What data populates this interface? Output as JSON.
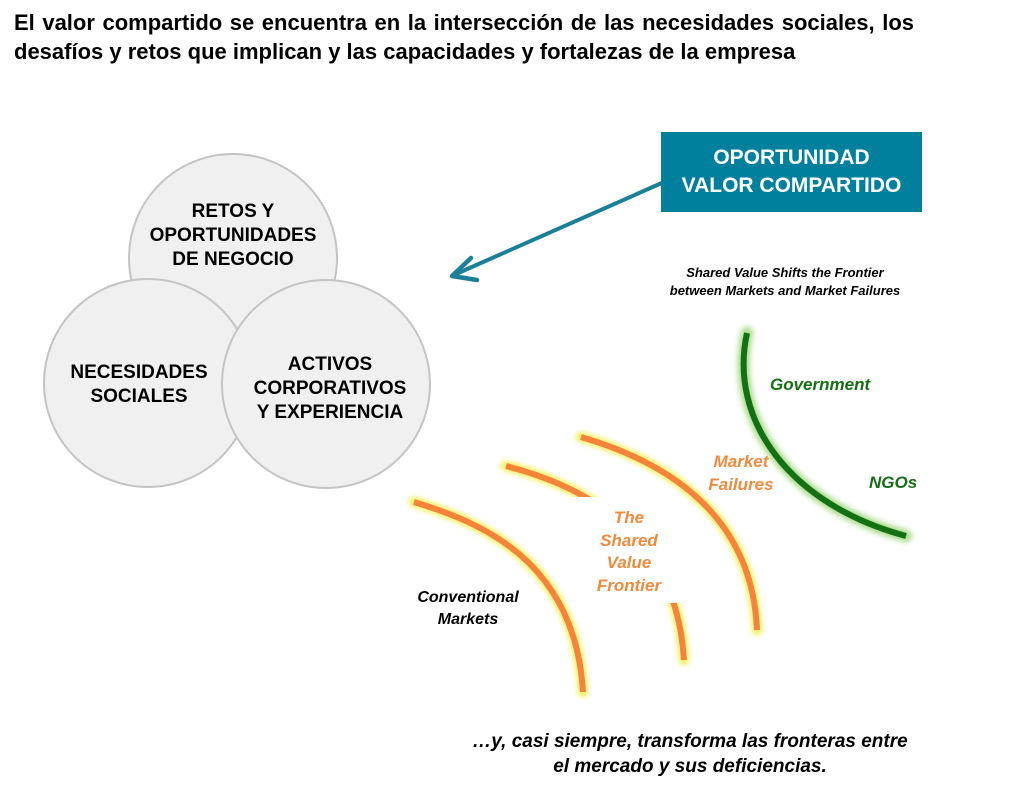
{
  "headline": "El valor compartido se encuentra en la intersección de las necesidades sociales, los desafíos y retos que implican y las capacidades y fortalezas de la empresa",
  "venn": {
    "circles": [
      {
        "id": "retos",
        "lines": [
          "RETOS Y",
          "OPORTUNIDADES",
          "DE NEGOCIO"
        ]
      },
      {
        "id": "necesidades",
        "lines": [
          "NECESIDADES",
          "SOCIALES"
        ]
      },
      {
        "id": "activos",
        "lines": [
          "ACTIVOS",
          "CORPORATIVOS",
          "Y EXPERIENCIA"
        ]
      }
    ],
    "fill_color": "#f0f0f0",
    "stroke_color": "#c4c4c4"
  },
  "opportunity_box": {
    "lines": [
      "OPORTUNIDAD",
      "VALOR COMPARTIDO"
    ],
    "color": "#00809c"
  },
  "arrow": {
    "color": "#1a7f99",
    "direction": "from opportunity box toward venn diagram"
  },
  "frontier_figure": {
    "title_lines": [
      "Shared Value Shifts the Frontier",
      "between Markets and Market Failures"
    ],
    "labels": {
      "conventional_markets": [
        "Conventional",
        "Markets"
      ],
      "shared_value_frontier": [
        "The",
        "Shared",
        "Value",
        "Frontier"
      ],
      "market_failures": [
        "Market",
        "Failures"
      ],
      "government": "Government",
      "ngos": "NGOs"
    },
    "colors": {
      "orange": "#f5843a",
      "glow": "#f7f25a",
      "green": "#137013",
      "green_glow": "#9fd67a",
      "label_orange": "#f08a3c"
    }
  },
  "footer": {
    "lines": [
      "…y, casi siempre, transforma las fronteras entre",
      "el mercado y sus deficiencias."
    ]
  }
}
